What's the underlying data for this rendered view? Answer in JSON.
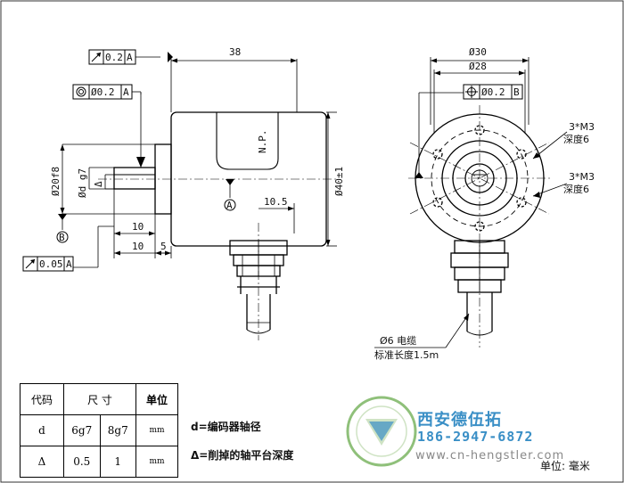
{
  "drawing": {
    "tolerance_parallel": {
      "value": "0.2",
      "datum": "A"
    },
    "tolerance_coaxial": {
      "value": "Ø0.2",
      "datum": "A"
    },
    "tolerance_runout": {
      "value": "0.05",
      "datum": "A"
    },
    "tolerance_position": {
      "value": "Ø0.2",
      "datum": "B"
    },
    "dim_length": "38",
    "dim_shaft_dia": "Ø20f8",
    "dim_d": "Ød g7",
    "dim_delta": "Δ",
    "dim_10a": "10",
    "dim_10b": "10",
    "dim_5": "5",
    "dim_10_5": "10.5",
    "dim_body_dia": "Ø40±1",
    "dim_30": "Ø30",
    "dim_28": "Ø28",
    "label_np": "N.P.",
    "datum_a": "A",
    "datum_b": "B",
    "callout_m3_upper_1": "3*M3",
    "callout_m3_upper_2": "深度6",
    "callout_m3_lower_1": "3*M3",
    "callout_m3_lower_2": "深度6",
    "cable_1": "Ø6 电缆",
    "cable_2": "标准长度1.5m"
  },
  "table": {
    "headers": [
      "代码",
      "尺 寸",
      "单位"
    ],
    "rows": [
      {
        "code": "d",
        "v1": "6g7",
        "v2": "8g7",
        "unit": "mm"
      },
      {
        "code": "Δ",
        "v1": "0.5",
        "v2": "1",
        "unit": "mm"
      }
    ]
  },
  "notes": {
    "note_d": "d=编码器轴径",
    "note_delta": "Δ=削掉的轴平台深度"
  },
  "brand": {
    "name": "西安德伍拓",
    "phone": "186-2947-6872",
    "url": "www.cn-hengstler.com",
    "unit": "单位: 毫米",
    "color_brand": "#3a8fc6",
    "color_logo": "#8fc07a"
  }
}
